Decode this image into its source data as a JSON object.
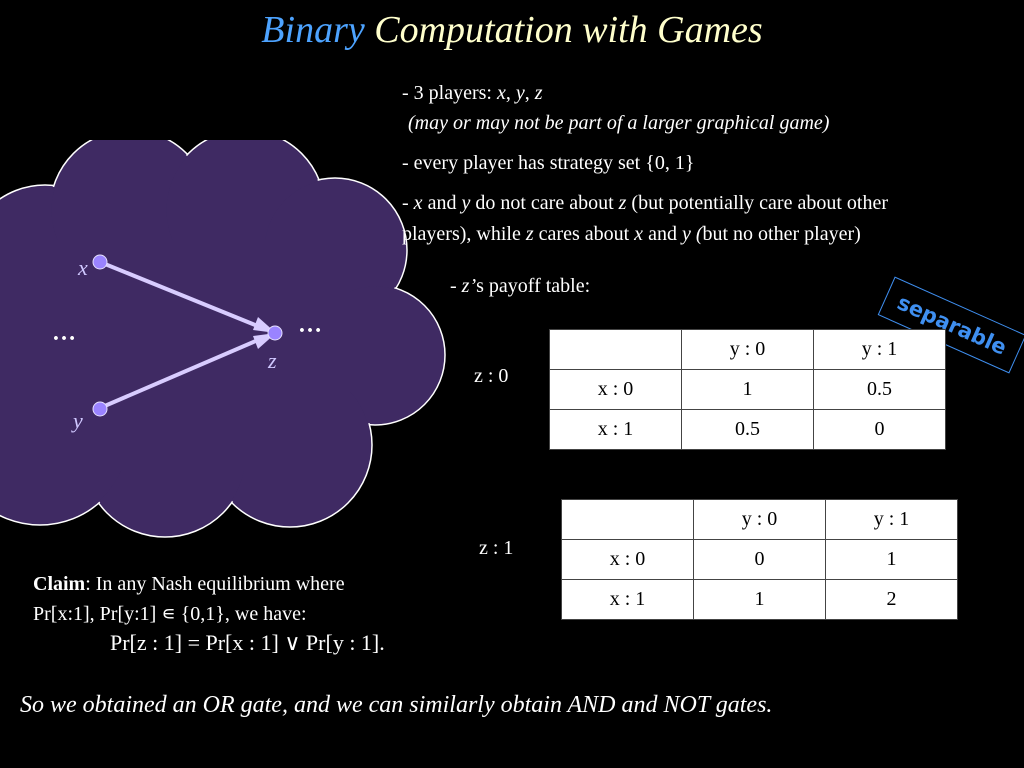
{
  "title": {
    "word1": "Binary",
    "word2": "Computation with Games"
  },
  "bullets": {
    "b1_prefix": "- 3 players: ",
    "b1_x": "x",
    "b1_sep1": ", ",
    "b1_y": "y",
    "b1_sep2": ", ",
    "b1_z": "z",
    "b1_note": "(may or may not be part of a larger graphical game)",
    "b2": "- every player has strategy set {0, 1}",
    "b3_line1_prefix": "- ",
    "b3_x": "x",
    "b3_and": " and ",
    "b3_y": "y",
    "b3_mid": " do not care about ",
    "b3_z": "z",
    "b3_tail": " (but potentially care about other",
    "b3_line2_a": "players), while ",
    "b3_z2": "z",
    "b3_line2_b": " cares about ",
    "b3_x2": "x",
    "b3_and2": " and ",
    "b3_y2": "y (",
    "b3_line2_c": "but no other player)",
    "b4_prefix": "- ",
    "b4_z": "z’",
    "b4_rest": "s payoff table:"
  },
  "badge": "separable",
  "graph": {
    "x_label": "x",
    "y_label": "y",
    "z_label": "z",
    "left_dots": "…",
    "right_dots": "…",
    "cloud_color": "#3f2a63",
    "node_color": "#9a83ff",
    "edge_color": "#d8ccff"
  },
  "tables": [
    {
      "z_label": "z : 0",
      "header": [
        "",
        "y : 0",
        "y : 1"
      ],
      "rows": [
        [
          "x : 0",
          "1",
          "0.5"
        ],
        [
          "x : 1",
          "0.5",
          "0"
        ]
      ]
    },
    {
      "z_label": "z : 1",
      "header": [
        "",
        "y : 0",
        "y : 1"
      ],
      "rows": [
        [
          "x : 0",
          "0",
          "1"
        ],
        [
          "x : 1",
          "1",
          "2"
        ]
      ]
    }
  ],
  "claim": {
    "bold": "Claim",
    "rest1": ": In any Nash equilibrium where",
    "line2": "Pr[x:1], Pr[y:1] ∊ {0,1}, we have:",
    "formula": "Pr[z : 1] = Pr[x : 1] ∨ Pr[y : 1]."
  },
  "footer": "So we obtained an OR gate, and we can similarly obtain AND and NOT gates."
}
